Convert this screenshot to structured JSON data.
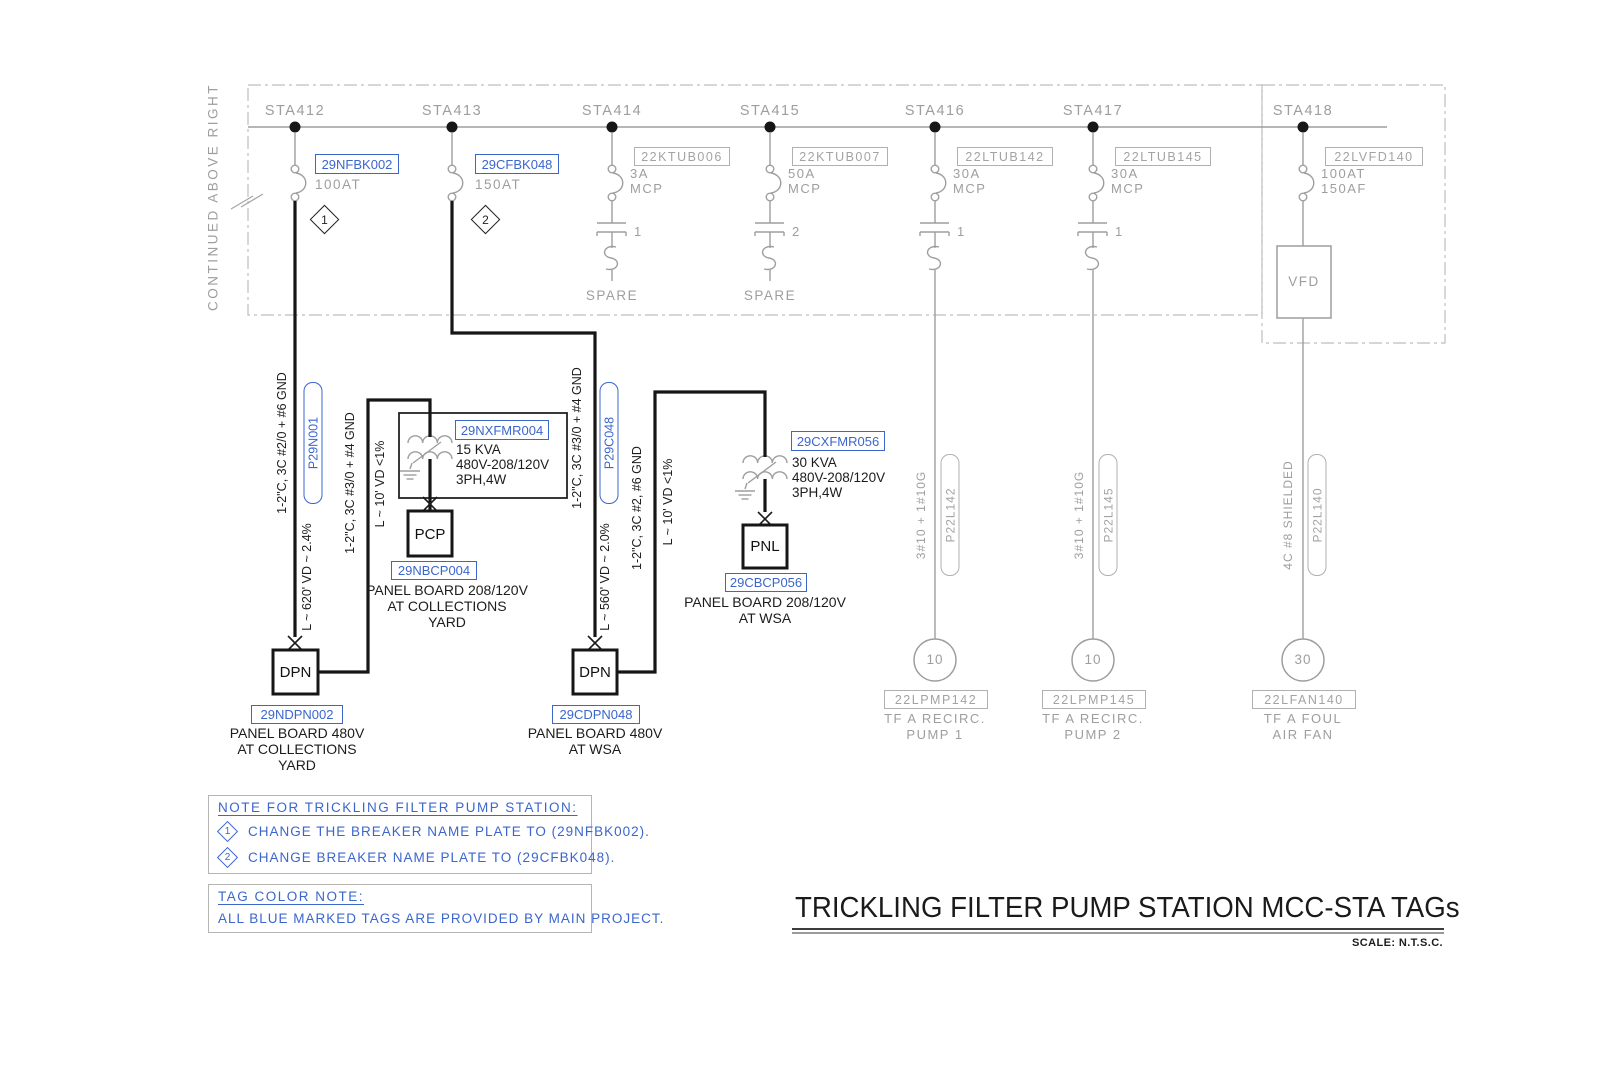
{
  "colors": {
    "blue": "#3b66cc",
    "gray": "#9e9e9e",
    "black": "#1c1c1c"
  },
  "header": {
    "continued_label": "CONTINUED ABOVE RIGHT"
  },
  "stations": [
    {
      "name": "STA412",
      "tag": "29NFBK002",
      "rating": "100AT",
      "note_ref": "1"
    },
    {
      "name": "STA413",
      "tag": "29CFBK048",
      "rating": "150AT",
      "note_ref": "2"
    },
    {
      "name": "STA414",
      "tag": "22KTUB006",
      "rating": "3A",
      "rating2": "MCP",
      "contact_no": "1",
      "load": "SPARE"
    },
    {
      "name": "STA415",
      "tag": "22KTUB007",
      "rating": "50A",
      "rating2": "MCP",
      "contact_no": "2",
      "load": "SPARE"
    },
    {
      "name": "STA416",
      "tag": "22LTUB142",
      "rating": "30A",
      "rating2": "MCP",
      "contact_no": "1",
      "cable": "3#10 + 1#10G",
      "cable_tag": "P22L142",
      "motor_hp": "10",
      "load_tag": "22LPMP142",
      "load_line1": "TF A RECIRC.",
      "load_line2": "PUMP 1"
    },
    {
      "name": "STA417",
      "tag": "22LTUB145",
      "rating": "30A",
      "rating2": "MCP",
      "contact_no": "1",
      "cable": "3#10 + 1#10G",
      "cable_tag": "P22L145",
      "motor_hp": "10",
      "load_tag": "22LPMP145",
      "load_line1": "TF A RECIRC.",
      "load_line2": "PUMP 2"
    },
    {
      "name": "STA418",
      "tag": "22LVFD140",
      "rating": "100AT",
      "rating2": "150AF",
      "device": "VFD",
      "cable": "4C #8 SHIELDED",
      "cable_tag": "P22L140",
      "motor_hp": "30",
      "load_tag": "22LFAN140",
      "load_line1": "TF A FOUL",
      "load_line2": "AIR FAN"
    }
  ],
  "feeders": {
    "collections": {
      "cable": "1-2\"C, 3C #2/0 + #6 GND",
      "cable_tag": "P29N001",
      "length_vd": "L ~ 620' VD ~ 2.4%",
      "dpn_label": "DPN",
      "dpn_tag": "29NDPN002",
      "dpn_desc1": "PANEL BOARD 480V",
      "dpn_desc2": "AT COLLECTIONS",
      "dpn_desc3": "YARD",
      "branch_cable": "1-2\"C, 3C #3/0 + #4 GND",
      "branch_vd": "L ~ 10' VD <1%",
      "xfmr_tag": "29NXFMR004",
      "xfmr_kva": "15 KVA",
      "xfmr_volts": "480V-208/120V",
      "xfmr_phase": "3PH,4W",
      "panel_label": "PCP",
      "panel_tag": "29NBCP004",
      "panel_desc1": "PANEL BOARD 208/120V",
      "panel_desc2": "AT COLLECTIONS",
      "panel_desc3": "YARD"
    },
    "wsa": {
      "cable": "1-2\"C, 3C #3/0 + #4 GND",
      "cable_tag": "P29C048",
      "length_vd": "L ~ 560' VD ~ 2.0%",
      "dpn_label": "DPN",
      "dpn_tag": "29CDPN048",
      "dpn_desc1": "PANEL BOARD 480V",
      "dpn_desc2": "AT WSA",
      "branch_cable": "1-2\"C, 3C #2, #6 GND",
      "branch_vd": "L ~ 10' VD <1%",
      "xfmr_tag": "29CXFMR056",
      "xfmr_kva": "30 KVA",
      "xfmr_volts": "480V-208/120V",
      "xfmr_phase": "3PH,4W",
      "panel_label": "PNL",
      "panel_tag": "29CBCP056",
      "panel_desc1": "PANEL BOARD 208/120V",
      "panel_desc2": "AT WSA"
    }
  },
  "notes": {
    "pump_station": {
      "title": "NOTE FOR TRICKLING FILTER PUMP STATION:",
      "items": [
        {
          "ref": "1",
          "text": "CHANGE THE BREAKER NAME PLATE TO (29NFBK002)."
        },
        {
          "ref": "2",
          "text": "CHANGE BREAKER NAME PLATE TO (29CFBK048)."
        }
      ]
    },
    "tag_color": {
      "title": "TAG COLOR NOTE:",
      "text": "ALL BLUE MARKED TAGS ARE PROVIDED BY MAIN PROJECT."
    }
  },
  "titleblock": {
    "title": "TRICKLING FILTER PUMP STATION MCC-STA TAGs",
    "scale": "SCALE: N.T.S.C."
  }
}
